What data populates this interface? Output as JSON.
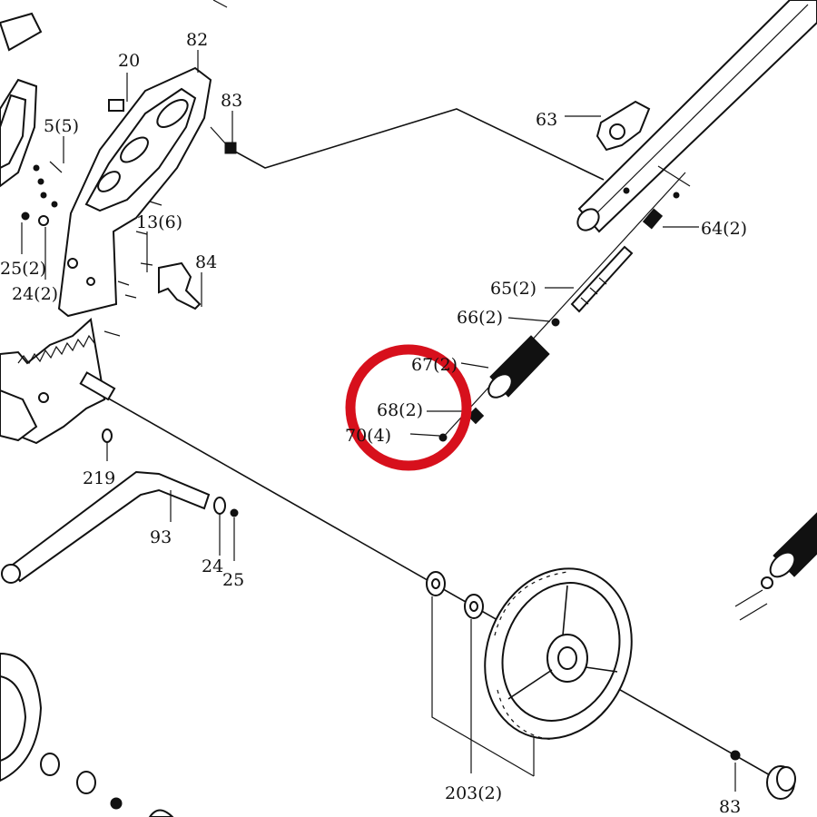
{
  "labels": {
    "l82": "82",
    "l20": "20",
    "l83a": "83",
    "l5": "5(5)",
    "l63": "63",
    "l13": "13(6)",
    "l84": "84",
    "l25b": "25(2)",
    "l24b": "24(2)",
    "l64": "64(2)",
    "l65": "65(2)",
    "l66": "66(2)",
    "l67": "67(2)",
    "l68": "68(2)",
    "l70": "70(4)",
    "l219": "219",
    "l93": "93",
    "l24": "24",
    "l25": "25",
    "l203": "203(2)",
    "l83b": "83"
  },
  "highlight": {
    "color": "#d7101c"
  }
}
